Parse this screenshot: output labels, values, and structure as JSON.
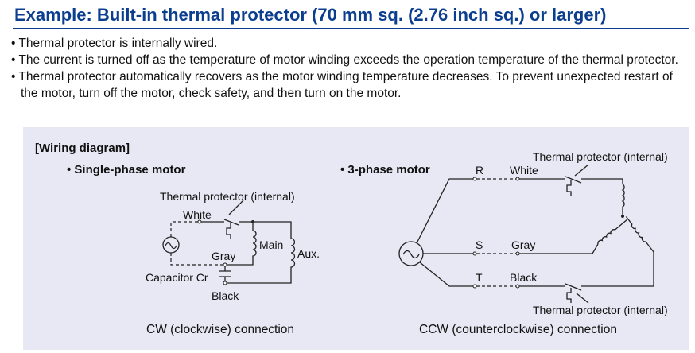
{
  "title": "Example: Built-in thermal protector (70 mm sq. (2.76 inch sq.) or larger)",
  "bullets": [
    "• Thermal protector is internally wired.",
    "• The current is turned off as the temperature of motor winding exceeds the operation temperature of the thermal protector.",
    "• Thermal protector automatically recovers as the motor winding temperature decreases. To prevent unexpected restart of the motor, turn off the motor, check safety, and then turn on the motor."
  ],
  "wiring": {
    "heading": "[Wiring diagram]",
    "single": {
      "title": "• Single-phase motor",
      "thermal": "Thermal protector (internal)",
      "white": "White",
      "main": "Main",
      "aux": "Aux.",
      "gray": "Gray",
      "capacitor": "Capacitor Cr",
      "black": "Black",
      "caption": "CW (clockwise) connection"
    },
    "three": {
      "title": "• 3-phase motor",
      "thermal_top": "Thermal protector (internal)",
      "r": "R",
      "white": "White",
      "s": "S",
      "gray": "Gray",
      "t": "T",
      "black": "Black",
      "thermal_bottom": "Thermal protector (internal)",
      "caption": "CCW (counterclockwise) connection"
    }
  }
}
